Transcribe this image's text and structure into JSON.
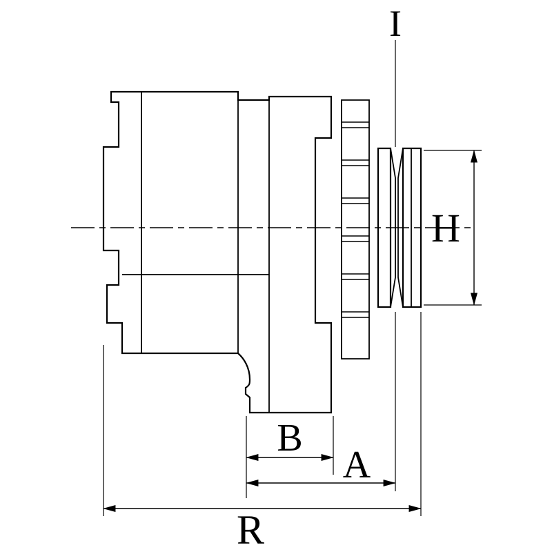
{
  "page": {
    "background_color": "#ffffff",
    "line_color": "#000000"
  },
  "dimensions": {
    "i_label": "I",
    "h_label": "H",
    "b_label": "B",
    "a_label": "A",
    "r_label": "R"
  }
}
